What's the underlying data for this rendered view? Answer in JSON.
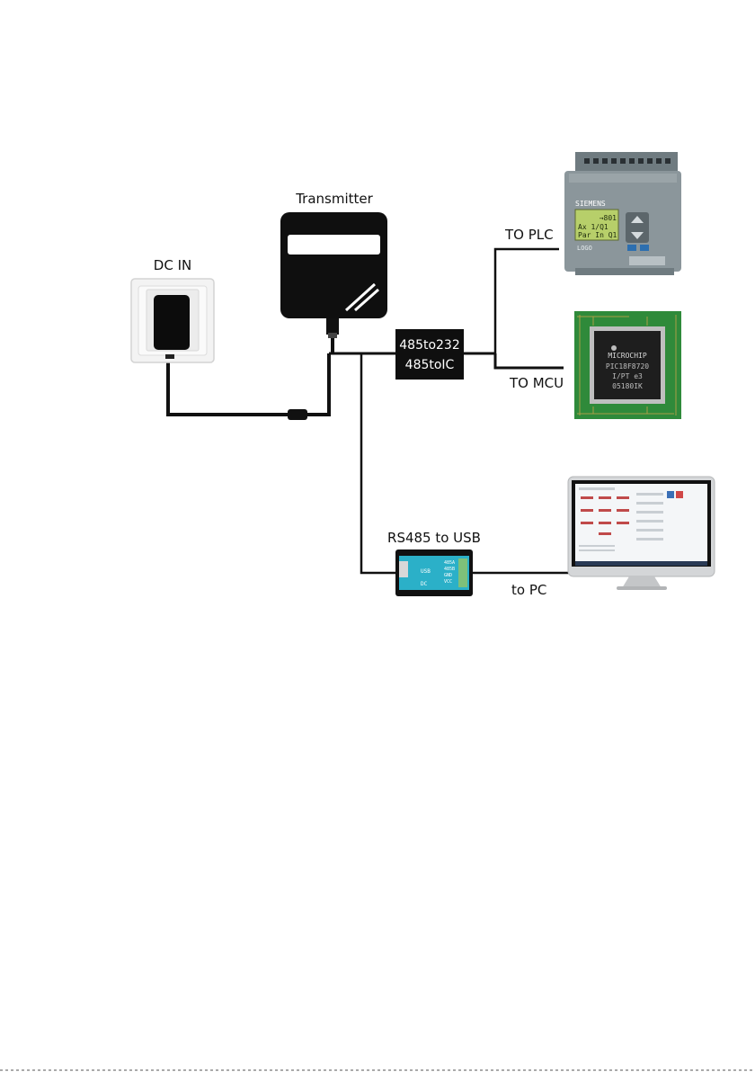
{
  "labels": {
    "dc_in": "DC IN",
    "transmitter": "Transmitter",
    "converter_line1": "485to232",
    "converter_line2": "485toIC",
    "to_plc": "TO PLC",
    "to_mcu": "TO MCU",
    "rs485_usb": "RS485 to USB",
    "to_pc": "to PC"
  },
  "device_text": {
    "plc_brand": "SIEMENS",
    "plc_lcd_line1": "→801",
    "plc_lcd_line2": "Ax 1/Q1",
    "plc_lcd_line3": "Par In Q1",
    "plc_model": "LOGO",
    "mcu_brand": "MICROCHIP",
    "mcu_part": "PIC18F8720",
    "mcu_code1": "I/PT e3",
    "mcu_code2": "05180IK",
    "usb_port": "USB",
    "usb_dc": "DC",
    "usb_pin1": "485A",
    "usb_pin2": "485B",
    "usb_pin3": "GND",
    "usb_pin4": "VCC"
  },
  "colors": {
    "wire": "#111111",
    "device_body": "#0f0f0f",
    "pcb_green": "#2f8a3a",
    "plc_gray": "#7f8a90",
    "lcd_green": "#b7cf6a",
    "usb_teal": "#2bb0c8"
  }
}
